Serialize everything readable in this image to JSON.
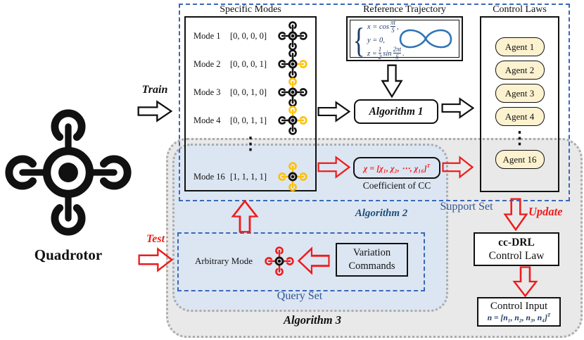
{
  "palette": {
    "accent_blue": "#3a68b8",
    "label_blue": "#2f5597",
    "algorithm2_blue": "#1f4e79",
    "formula_navy": "#1f3864",
    "region_blue_fill": "#dce6f2",
    "region_gray_fill": "#e9e9e9",
    "border_gray": "#ababab",
    "gold": "#ffc000",
    "red": "#ee1c1c",
    "black": "#111111",
    "trajectory_blue": "#2e75b6",
    "agent_fill": "#fcf2cf"
  },
  "quadrotor": {
    "label": "Quadrotor"
  },
  "flow_labels": {
    "train": "Train",
    "test": "Test",
    "update": "Update"
  },
  "specific_modes": {
    "title": "Specific Modes",
    "ellipsis": "⋮",
    "modes": [
      {
        "label": "Mode 1",
        "vector": "[0, 0, 0, 0]",
        "rotors": {
          "top": "black",
          "right": "black",
          "bottom": "black",
          "left": "black"
        }
      },
      {
        "label": "Mode 2",
        "vector": "[0, 0, 0, 1]",
        "rotors": {
          "top": "black",
          "right": "gold",
          "bottom": "black",
          "left": "black"
        }
      },
      {
        "label": "Mode 3",
        "vector": "[0, 0, 1, 0]",
        "rotors": {
          "top": "gold",
          "right": "black",
          "bottom": "black",
          "left": "black"
        }
      },
      {
        "label": "Mode 4",
        "vector": "[0, 0, 1, 1]",
        "rotors": {
          "top": "gold",
          "right": "gold",
          "bottom": "black",
          "left": "black"
        }
      }
    ],
    "last_mode": {
      "label": "Mode 16",
      "vector": "[1, 1, 1, 1]",
      "rotors": {
        "top": "gold",
        "right": "gold",
        "bottom": "gold",
        "left": "gold"
      }
    }
  },
  "reference_trajectory": {
    "title": "Reference Trajectory",
    "brace": "{",
    "eq1_pre": "x = cos",
    "eq1_num": "πt",
    "eq1_den": "5",
    "eq1_post": ",",
    "eq2": "y = 0,",
    "eq3_pre": "z = ",
    "eq3_num1": "1",
    "eq3_den1": "2",
    "eq3_mid": "sin",
    "eq3_num2": "2πt",
    "eq3_den2": "5",
    "eq3_post": "."
  },
  "algorithm1_label": "Algorithm 1",
  "algorithm2_label": "Algorithm 2",
  "algorithm3_label": "Algorithm 3",
  "control_laws": {
    "title": "Control Laws",
    "ellipsis": "⋮",
    "agents": [
      "Agent 1",
      "Agent 2",
      "Agent 3",
      "Agent 4"
    ],
    "last_agent": "Agent 16"
  },
  "coefficient": {
    "formula_main": "χ = [χ₁, χ₂, ⋯, χ₁₆]",
    "formula_sup": "T",
    "caption": "Coefficient of CC"
  },
  "set_labels": {
    "support": "Support Set",
    "query": "Query Set"
  },
  "query_set": {
    "arbitrary_mode_label": "Arbitrary Mode",
    "variation_line1": "Variation",
    "variation_line2": "Commands",
    "arbitrary_rotors": {
      "top": "red",
      "right": "red",
      "bottom": "red",
      "left": "red"
    }
  },
  "ccdrl_box": {
    "line1": "cc-DRL",
    "line2": "Control Law"
  },
  "control_input_box": {
    "title": "Control Input",
    "formula_main": "n = [n₁, n₂, n₃, n₄]",
    "formula_sup": "T"
  }
}
